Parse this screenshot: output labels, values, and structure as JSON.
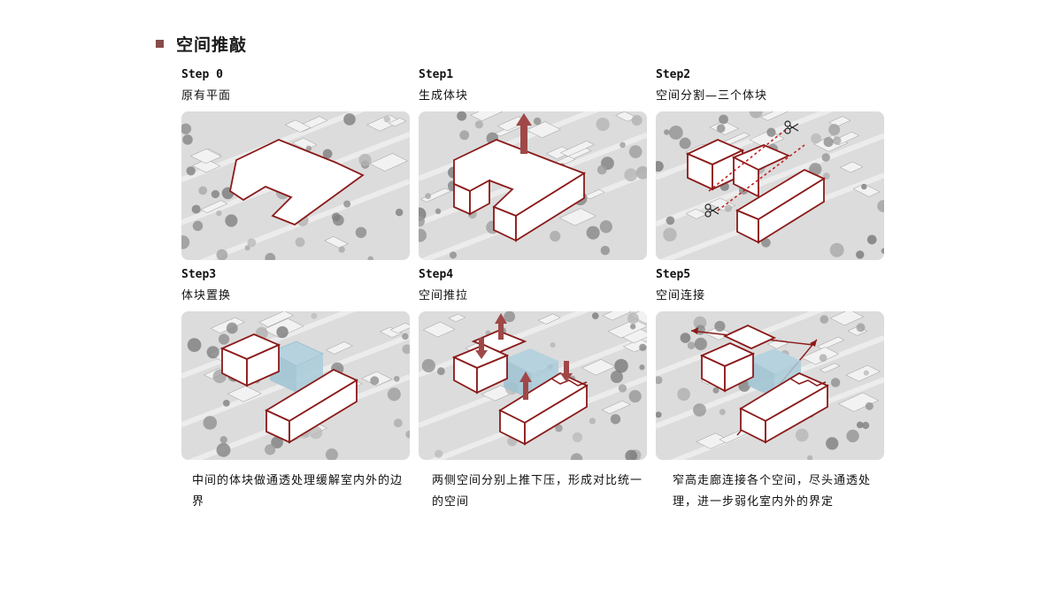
{
  "page": {
    "title": "空间推敲"
  },
  "steps": [
    {
      "label": "Step 0",
      "subtitle": "原有平面"
    },
    {
      "label": "Step1",
      "subtitle": "生成体块"
    },
    {
      "label": "Step2",
      "subtitle": "空间分割—三个体块"
    },
    {
      "label": "Step3",
      "subtitle": "体块置换"
    },
    {
      "label": "Step4",
      "subtitle": "空间推拉"
    },
    {
      "label": "Step5",
      "subtitle": "空间连接"
    }
  ],
  "captions": [
    "中间的体块做通透处理缓解室内外的边界",
    "两侧空间分别上推下压，形成对比统一的空间",
    "窄高走廊连接各个空间，尽头通透处理，进一步弱化室内外的界定"
  ],
  "colors": {
    "accent": "#8b1a1a",
    "arrow": "#a04848",
    "glass": "#9fc3d3",
    "background": "#dcdcdc"
  },
  "icons": [
    "scissors-icon",
    "up-arrow-icon",
    "down-arrow-icon"
  ]
}
